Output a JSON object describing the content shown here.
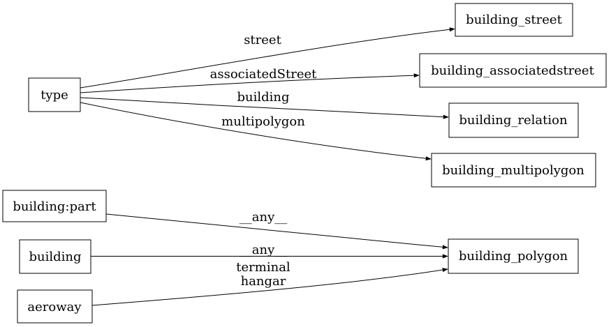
{
  "diagram": {
    "type": "directed-graph",
    "background_color": "#ffffff",
    "stroke_color": "#000000",
    "text_color": "#000000",
    "nodes": [
      {
        "id": "type",
        "label": "type"
      },
      {
        "id": "building_street",
        "label": "building_street"
      },
      {
        "id": "building_associatedstreet",
        "label": "building_associatedstreet"
      },
      {
        "id": "building_relation",
        "label": "building_relation"
      },
      {
        "id": "building_multipolygon",
        "label": "building_multipolygon"
      },
      {
        "id": "building_part",
        "label": "building:part"
      },
      {
        "id": "building",
        "label": "building"
      },
      {
        "id": "aeroway",
        "label": "aeroway"
      },
      {
        "id": "building_polygon",
        "label": "building_polygon"
      }
    ],
    "edges": [
      {
        "from": "type",
        "to": "building_street",
        "label": "street"
      },
      {
        "from": "type",
        "to": "building_associatedstreet",
        "label": "associatedStreet"
      },
      {
        "from": "type",
        "to": "building_relation",
        "label": "building"
      },
      {
        "from": "type",
        "to": "building_multipolygon",
        "label": "multipolygon"
      },
      {
        "from": "building:part",
        "to": "building_polygon",
        "label": "__any__"
      },
      {
        "from": "building",
        "to": "building_polygon",
        "label": "__any__"
      },
      {
        "from": "aeroway",
        "to": "building_polygon",
        "label_lines": [
          "terminal",
          "hangar"
        ]
      }
    ]
  }
}
